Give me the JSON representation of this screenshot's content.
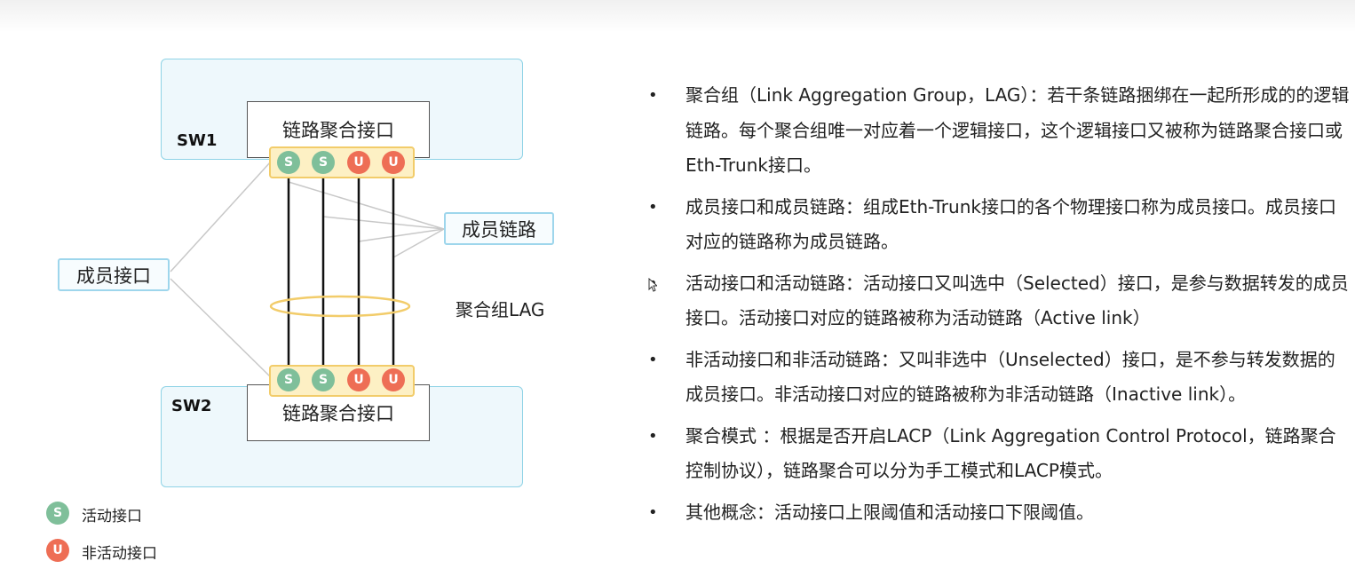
{
  "diagram": {
    "sw1_label": "SW1",
    "sw2_label": "SW2",
    "sw1_interface": "链路聚合接口",
    "sw2_interface": "链路聚合接口",
    "sw1_ports": [
      "S",
      "S",
      "U",
      "U"
    ],
    "sw2_ports": [
      "S",
      "S",
      "U",
      "U"
    ],
    "member_link_callout": "成员链路",
    "member_port_callout": "成员接口",
    "lag_label": "聚合组LAG",
    "colors": {
      "active": "#7fbf9a",
      "inactive": "#ee6e55",
      "switch_border": "#8fd3e6",
      "lag_ring": "#f2cc6a"
    }
  },
  "legend": {
    "active": {
      "symbol": "S",
      "label": "活动接口"
    },
    "inactive": {
      "symbol": "U",
      "label": "非活动接口"
    }
  },
  "bullets": [
    "聚合组（Link Aggregation Group，LAG）：若干条链路捆绑在一起所形成的的逻辑链路。每个聚合组唯一对应着一个逻辑接口，这个逻辑接口又被称为链路聚合接口或Eth-Trunk接口。",
    "成员接口和成员链路：组成Eth-Trunk接口的各个物理接口称为成员接口。成员接口对应的链路称为成员链路。",
    "活动接口和活动链路：活动接口又叫选中（Selected）接口，是参与数据转发的成员接口。活动接口对应的链路被称为活动链路（Active link）",
    "非活动接口和非活动链路：又叫非选中（Unselected）接口，是不参与转发数据的成员接口。非活动接口对应的链路被称为非活动链路（Inactive link）。",
    "聚合模式 ：根据是否开启LACP（Link Aggregation Control Protocol，链路聚合控制协议），链路聚合可以分为手工模式和LACP模式。",
    "其他概念：活动接口上限阈值和活动接口下限阈值。"
  ]
}
